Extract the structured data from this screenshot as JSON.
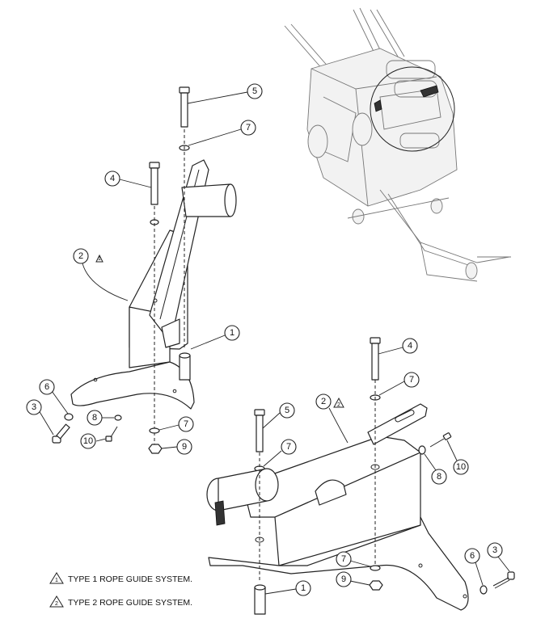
{
  "callouts": {
    "top_left": {
      "c5": "5",
      "c7a": "7",
      "c4": "4",
      "c2": "2",
      "c2_flag": "1",
      "c1": "1",
      "c6": "6",
      "c3": "3",
      "c8": "8",
      "c10": "10",
      "c7b": "7",
      "c9": "9"
    },
    "bottom_right": {
      "c4": "4",
      "c7a": "7",
      "c2": "2",
      "c2_flag": "2",
      "c5": "5",
      "c7b": "7",
      "c10": "10",
      "c8": "8",
      "c7c": "7",
      "c9": "9",
      "c6": "6",
      "c3": "3",
      "c1": "1"
    }
  },
  "notes": {
    "type1": {
      "flag": "1",
      "text": "TYPE 1 ROPE GUIDE SYSTEM."
    },
    "type2": {
      "flag": "2",
      "text": "TYPE 2 ROPE GUIDE SYSTEM."
    }
  }
}
